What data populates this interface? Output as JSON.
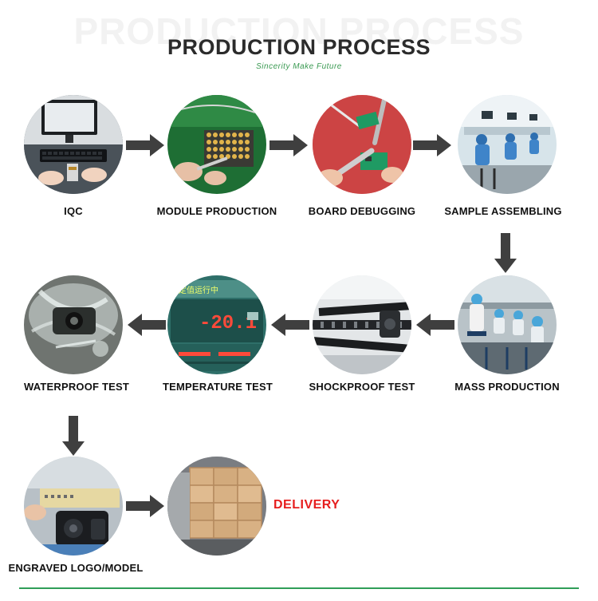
{
  "header": {
    "watermark": "PRODUCTION PROCESS",
    "title": "PRODUCTION PROCESS",
    "subtitle": "Sincerity Make Future"
  },
  "steps": [
    {
      "label": "IQC"
    },
    {
      "label": "MODULE PRODUCTION"
    },
    {
      "label": "BOARD DEBUGGING"
    },
    {
      "label": "SAMPLE ASSEMBLING"
    },
    {
      "label": "MASS PRODUCTION"
    },
    {
      "label": "SHOCKPROOF TEST"
    },
    {
      "label": "TEMPERATURE TEST"
    },
    {
      "label": "WATERPROOF TEST"
    },
    {
      "label": "ENGRAVED LOGO/MODEL"
    },
    {
      "label": ""
    }
  ],
  "photos": {
    "temperature_display": {
      "status_text": "定值运行中",
      "reading": "-20.1"
    }
  },
  "final_step_text": "DELIVERY",
  "colors": {
    "title": "#2b2b2b",
    "subtitle": "#3a9a52",
    "arrow": "#3f3f3f",
    "delivery": "#e61e1e",
    "bottom_line": "#2f9e58"
  }
}
